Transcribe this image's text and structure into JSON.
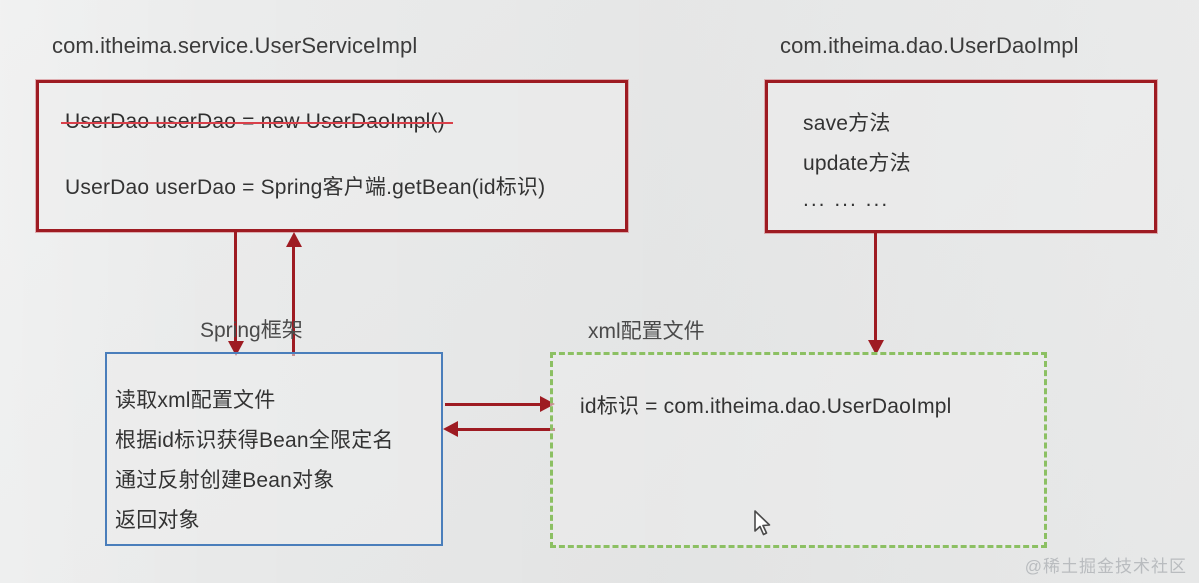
{
  "diagram": {
    "title_service": "com.itheima.service.UserServiceImpl",
    "title_dao": "com.itheima.dao.UserDaoImpl",
    "service_box": {
      "struck_line": "UserDao userDao = new UserDaoImpl()",
      "active_line": "UserDao userDao = Spring客户端.getBean(id标识)"
    },
    "dao_box": {
      "methods": [
        "save方法",
        "update方法",
        "... ... ..."
      ]
    },
    "spring_box": {
      "caption": "Spring框架",
      "steps": [
        "读取xml配置文件",
        "根据id标识获得Bean全限定名",
        "通过反射创建Bean对象",
        "返回对象"
      ]
    },
    "xml_box": {
      "caption": "xml配置文件",
      "entry": "id标识 = com.itheima.dao.UserDaoImpl"
    },
    "colors": {
      "red_border": "#9e1b22",
      "blue_border": "#4a7ebb",
      "green_border": "#8cc063",
      "strike": "#d9404a",
      "background": "#eceded",
      "text": "#333333"
    }
  },
  "watermark": "@稀土掘金技术社区"
}
